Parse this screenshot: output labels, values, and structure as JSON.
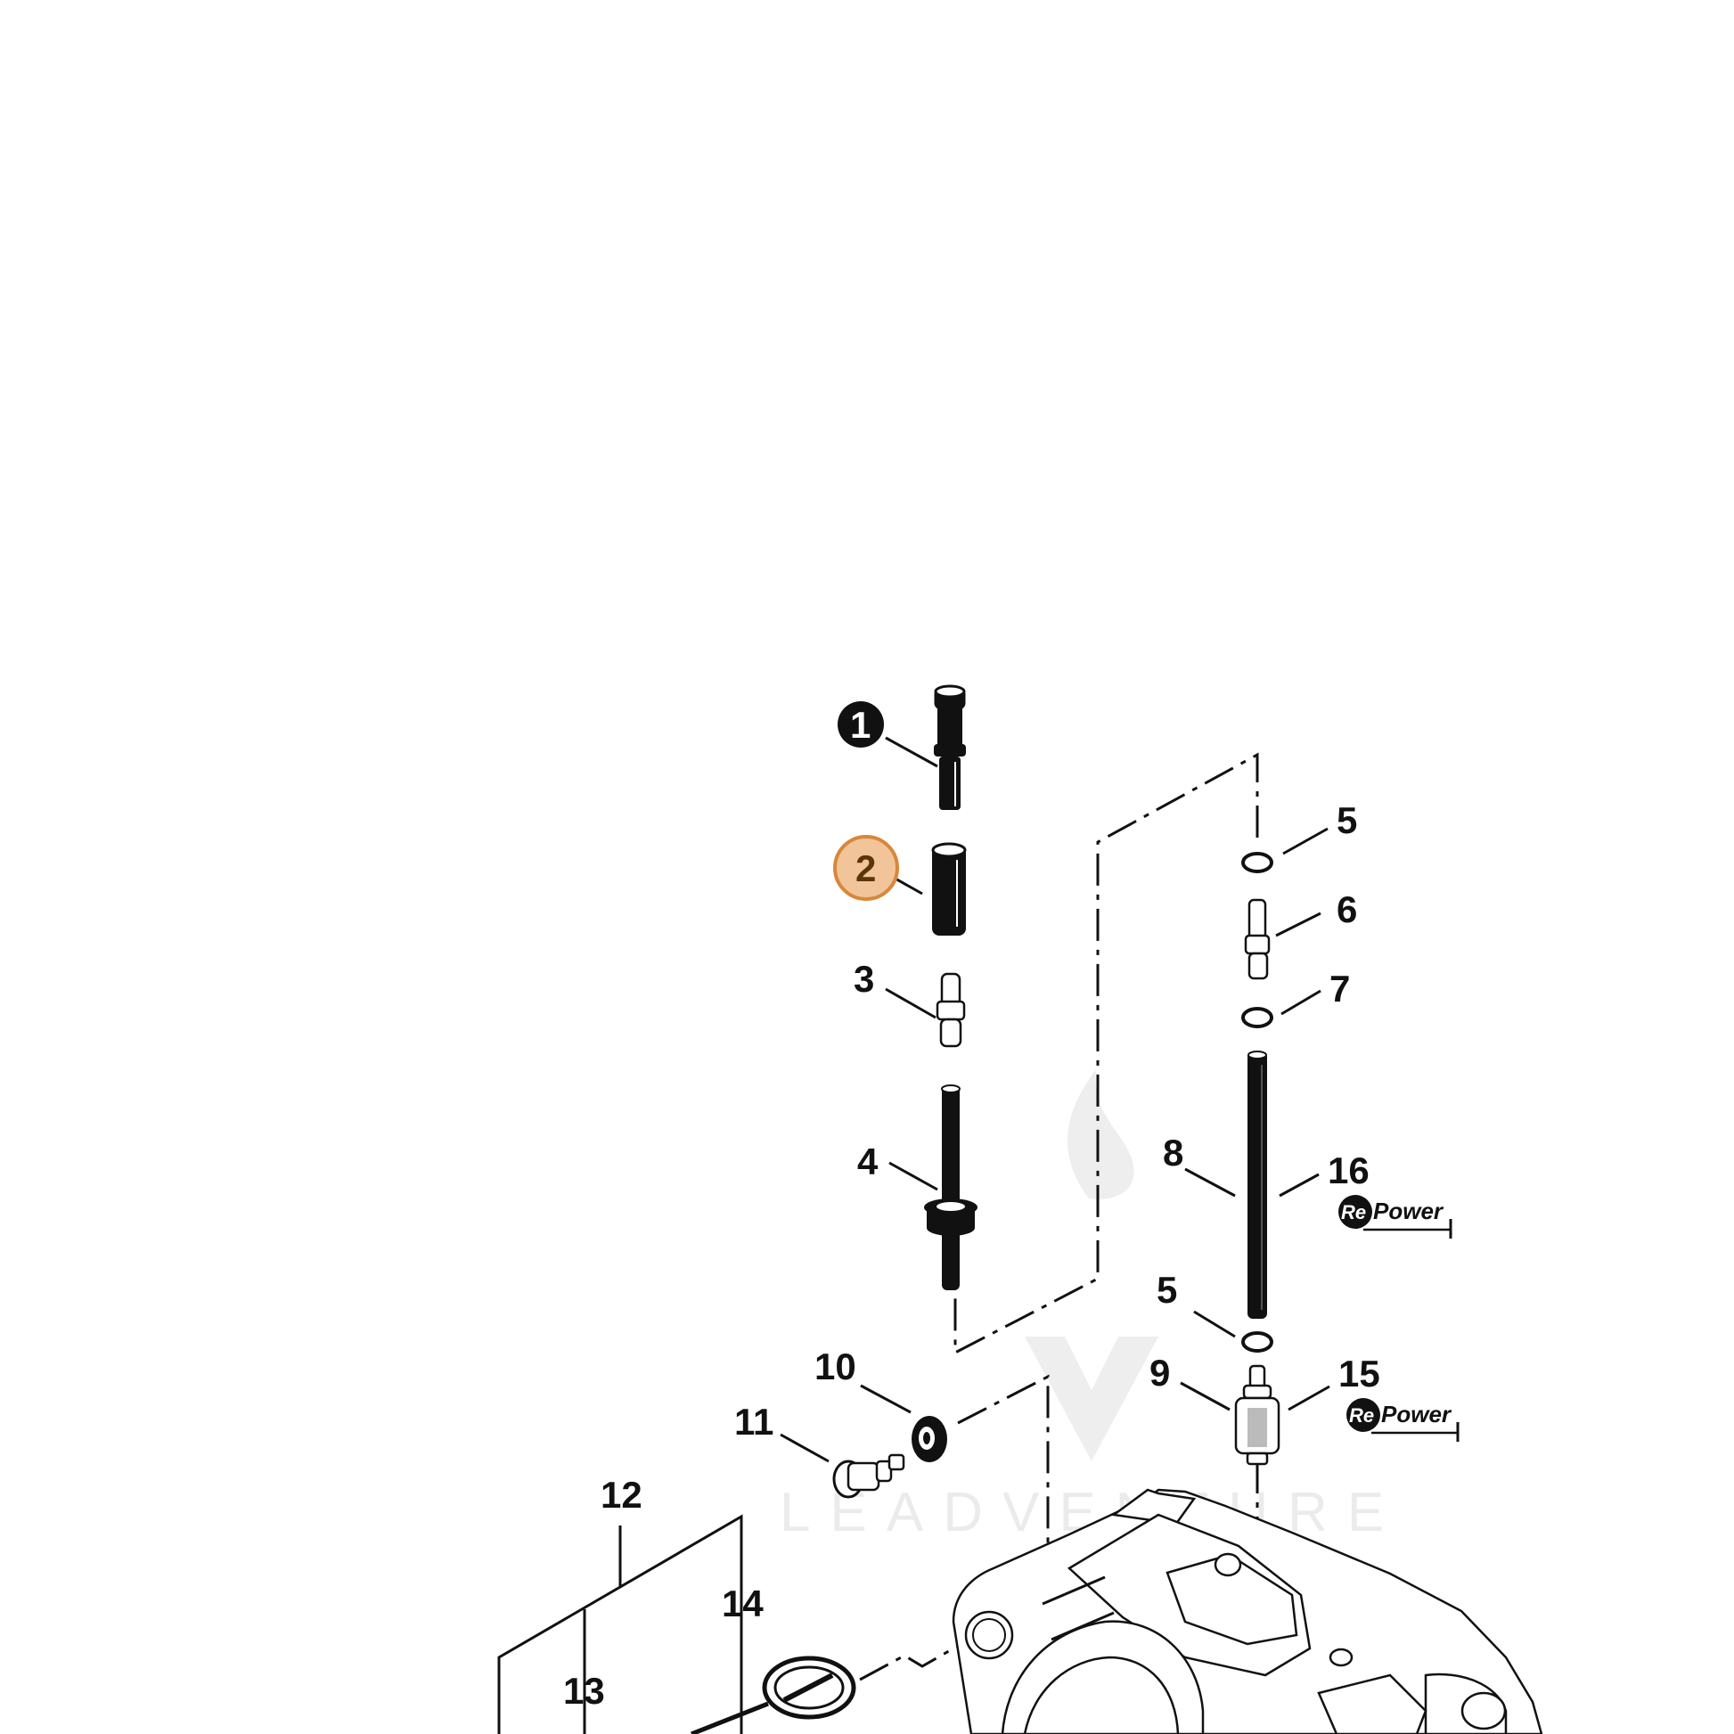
{
  "diagram": {
    "callouts": {
      "c1": "1",
      "c2": "2",
      "c3": "3",
      "c4": "4",
      "c5a": "5",
      "c6": "6",
      "c7": "7",
      "c8": "8",
      "c16": "16",
      "c5b": "5",
      "c9": "9",
      "c15": "15",
      "c10": "10",
      "c11": "11",
      "c12": "12",
      "c14": "14",
      "c13": "13"
    },
    "highlight_color": "#f2c49a",
    "highlight_stroke": "#d8873a",
    "badges": {
      "repower_a": {
        "re": "Re",
        "text": "Power"
      },
      "repower_b": {
        "re": "Re",
        "text": "Power"
      }
    },
    "watermark": "LEADVENTURE"
  }
}
